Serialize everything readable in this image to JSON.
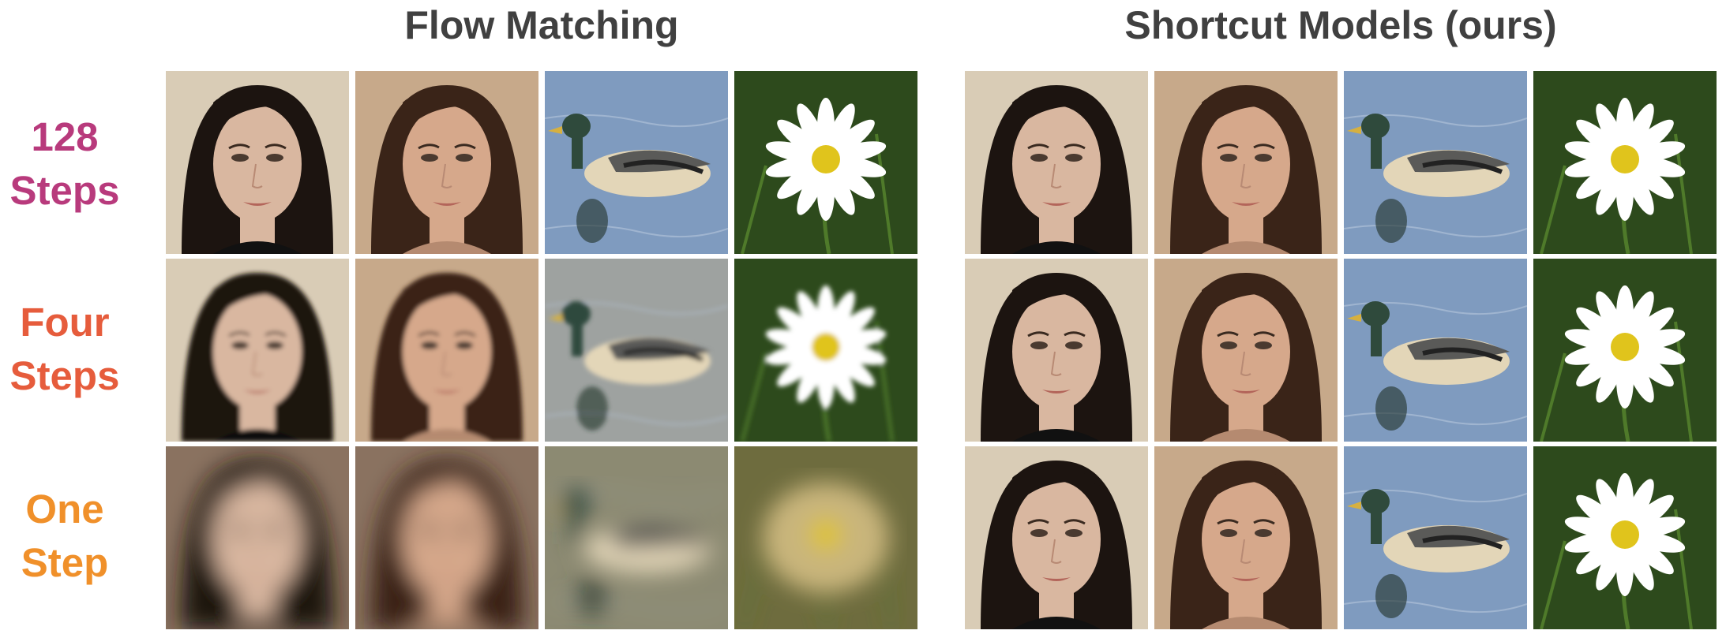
{
  "titles": {
    "left": "Flow Matching",
    "right": "Shortcut Models (ours)"
  },
  "rows": [
    {
      "label": "128\nSteps",
      "color": "#B83A7C"
    },
    {
      "label": "Four\nSteps",
      "color": "#E65C3C"
    },
    {
      "label": "One\nStep",
      "color": "#F0902A"
    }
  ],
  "columns": [
    "face",
    "face",
    "duck",
    "daisy"
  ],
  "panels": {
    "flow_matching": {
      "rows": [
        {
          "blur": 0,
          "quality": "sharp-artifacts"
        },
        {
          "blur": 3,
          "quality": "soft"
        },
        {
          "blur": 14,
          "quality": "mean-blur"
        }
      ]
    },
    "shortcut_models": {
      "rows": [
        {
          "blur": 0,
          "quality": "sharp"
        },
        {
          "blur": 0,
          "quality": "sharp"
        },
        {
          "blur": 0,
          "quality": "sharp"
        }
      ]
    }
  }
}
